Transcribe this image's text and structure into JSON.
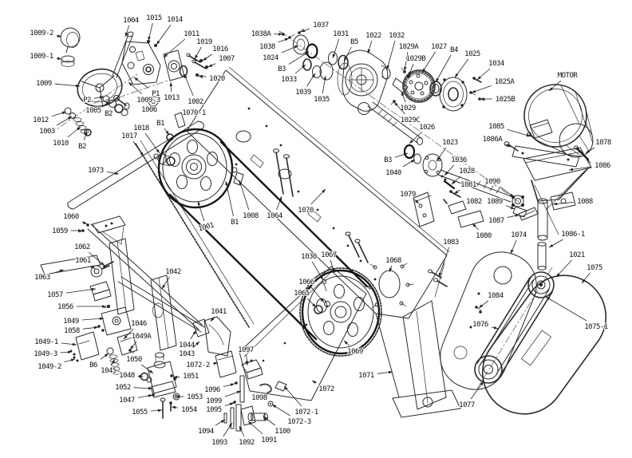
{
  "figure": {
    "type": "exploded-parts-diagram",
    "subject": "band saw parts drawing",
    "background": "#ffffff",
    "line_color": "#2b2b2b",
    "label_color": "#101010"
  },
  "labels": [
    [
      "1009-2",
      52,
      41,
      77,
      46
    ],
    [
      "1009-1",
      52,
      70,
      77,
      74
    ],
    [
      "1009",
      55,
      104,
      100,
      108
    ],
    [
      "1004",
      164,
      25,
      157,
      46
    ],
    [
      "1015",
      193,
      22,
      186,
      51
    ],
    [
      "1014",
      219,
      24,
      196,
      56
    ],
    [
      "1011",
      240,
      42,
      205,
      72
    ],
    [
      "1019",
      256,
      52,
      244,
      74
    ],
    [
      "1016",
      276,
      61,
      254,
      76
    ],
    [
      "1007",
      284,
      73,
      261,
      84
    ],
    [
      "1020",
      272,
      98,
      249,
      95
    ],
    [
      "P1",
      195,
      117,
      168,
      97
    ],
    [
      "1009-3",
      186,
      125,
      161,
      103
    ],
    [
      "1013",
      215,
      122,
      214,
      103
    ],
    [
      "1002",
      245,
      127,
      231,
      93
    ],
    [
      "1006",
      187,
      137,
      191,
      129
    ],
    [
      "1070-1",
      243,
      141,
      227,
      150
    ],
    [
      "P2",
      109,
      125,
      130,
      121
    ],
    [
      "1005",
      117,
      138,
      138,
      128
    ],
    [
      "B2",
      136,
      142,
      147,
      134
    ],
    [
      "1012",
      51,
      150,
      83,
      140
    ],
    [
      "1003",
      59,
      164,
      90,
      146
    ],
    [
      "1010",
      76,
      179,
      101,
      159
    ],
    [
      "B2",
      103,
      183,
      109,
      164
    ],
    [
      "B1",
      201,
      154,
      212,
      169
    ],
    [
      "1018",
      177,
      160,
      200,
      192
    ],
    [
      "1017",
      162,
      170,
      180,
      196
    ],
    [
      "1073",
      120,
      213,
      149,
      218
    ],
    [
      "1038A",
      327,
      42,
      354,
      43
    ],
    [
      "1037",
      402,
      31,
      377,
      40
    ],
    [
      "1038",
      335,
      58,
      362,
      48
    ],
    [
      "1024",
      339,
      72,
      374,
      57
    ],
    [
      "B3",
      353,
      86,
      387,
      65
    ],
    [
      "1033",
      362,
      99,
      383,
      81
    ],
    [
      "1039",
      380,
      115,
      395,
      92
    ],
    [
      "1035",
      403,
      124,
      408,
      95
    ],
    [
      "1031",
      427,
      42,
      417,
      73
    ],
    [
      "B5",
      444,
      52,
      431,
      77
    ],
    [
      "1022",
      468,
      44,
      461,
      67
    ],
    [
      "1032",
      497,
      44,
      485,
      87
    ],
    [
      "1029A",
      512,
      58,
      507,
      89
    ],
    [
      "1029B",
      521,
      73,
      512,
      95
    ],
    [
      "1027",
      550,
      58,
      529,
      91
    ],
    [
      "B4",
      569,
      62,
      546,
      103
    ],
    [
      "1025",
      592,
      67,
      570,
      97
    ],
    [
      "1034",
      622,
      79,
      598,
      100
    ],
    [
      "1025A",
      632,
      102,
      591,
      116
    ],
    [
      "1025B",
      633,
      124,
      602,
      124
    ],
    [
      "MOTOR",
      711,
      94,
      688,
      114
    ],
    [
      "1029",
      511,
      135,
      503,
      115
    ],
    [
      "1029C",
      514,
      150,
      494,
      128
    ],
    [
      "1026",
      535,
      159,
      513,
      180
    ],
    [
      "1023",
      564,
      178,
      547,
      202
    ],
    [
      "1036",
      575,
      200,
      557,
      220
    ],
    [
      "1028",
      585,
      214,
      566,
      231
    ],
    [
      "1081",
      587,
      231,
      569,
      243
    ],
    [
      "1079",
      511,
      243,
      525,
      255
    ],
    [
      "1082",
      594,
      252,
      577,
      261
    ],
    [
      "1080",
      606,
      295,
      592,
      280
    ],
    [
      "1083",
      565,
      303,
      550,
      347
    ],
    [
      "1090",
      617,
      227,
      644,
      247
    ],
    [
      "1089",
      620,
      252,
      645,
      262
    ],
    [
      "1087",
      622,
      276,
      651,
      269
    ],
    [
      "1085",
      622,
      158,
      665,
      171
    ],
    [
      "1086A",
      617,
      174,
      640,
      184
    ],
    [
      "1078",
      756,
      178,
      734,
      192
    ],
    [
      "1086",
      755,
      207,
      713,
      213
    ],
    [
      "1088",
      733,
      252,
      693,
      256
    ],
    [
      "1074",
      650,
      294,
      640,
      318
    ],
    [
      "1086-1",
      718,
      293,
      688,
      310
    ],
    [
      "1021",
      723,
      319,
      697,
      347
    ],
    [
      "B3",
      486,
      200,
      511,
      192
    ],
    [
      "1040",
      493,
      216,
      520,
      200
    ],
    [
      "1060",
      89,
      271,
      109,
      281
    ],
    [
      "1059",
      75,
      289,
      103,
      289
    ],
    [
      "1062",
      103,
      309,
      131,
      333
    ],
    [
      "1061",
      104,
      326,
      119,
      337
    ],
    [
      "1063",
      53,
      347,
      80,
      338
    ],
    [
      "1057",
      69,
      369,
      120,
      362
    ],
    [
      "1056",
      82,
      384,
      133,
      384
    ],
    [
      "1042",
      217,
      340,
      203,
      362
    ],
    [
      "1049",
      89,
      402,
      130,
      399
    ],
    [
      "1058",
      90,
      414,
      123,
      410
    ],
    [
      "1049-1",
      58,
      428,
      96,
      432
    ],
    [
      "1049-3",
      57,
      443,
      90,
      441
    ],
    [
      "1049-2",
      62,
      459,
      94,
      450
    ],
    [
      "B6",
      117,
      457,
      136,
      443
    ],
    [
      "1045",
      136,
      464,
      144,
      450
    ],
    [
      "1046",
      174,
      405,
      155,
      425
    ],
    [
      "1049A",
      177,
      421,
      163,
      438
    ],
    [
      "1050",
      168,
      450,
      192,
      468
    ],
    [
      "1048",
      159,
      470,
      179,
      472
    ],
    [
      "1052",
      154,
      485,
      191,
      487
    ],
    [
      "1047",
      159,
      501,
      191,
      495
    ],
    [
      "1055",
      175,
      516,
      203,
      514
    ],
    [
      "1044",
      234,
      432,
      246,
      414
    ],
    [
      "1043",
      234,
      443,
      250,
      428
    ],
    [
      "1072-2",
      248,
      457,
      273,
      455
    ],
    [
      "1051",
      239,
      471,
      217,
      473
    ],
    [
      "1053",
      244,
      497,
      220,
      497
    ],
    [
      "1054",
      237,
      513,
      215,
      510
    ],
    [
      "1041",
      274,
      390,
      264,
      403
    ],
    [
      "1097",
      308,
      438,
      310,
      458
    ],
    [
      "1096",
      266,
      488,
      294,
      481
    ],
    [
      "1099",
      268,
      502,
      302,
      490
    ],
    [
      "1095",
      268,
      513,
      293,
      505
    ],
    [
      "1094",
      258,
      540,
      282,
      526
    ],
    [
      "1093",
      275,
      554,
      291,
      530
    ],
    [
      "1092",
      309,
      554,
      300,
      534
    ],
    [
      "1091",
      337,
      551,
      311,
      528
    ],
    [
      "1098",
      325,
      498,
      330,
      488
    ],
    [
      "1100",
      354,
      540,
      330,
      522
    ],
    [
      "1072-1",
      384,
      516,
      356,
      484
    ],
    [
      "1072-3",
      375,
      528,
      341,
      507
    ],
    [
      "B1",
      294,
      278,
      283,
      227
    ],
    [
      "1001",
      258,
      284,
      248,
      252,
      -15
    ],
    [
      "1008",
      314,
      270,
      300,
      226
    ],
    [
      "1064",
      344,
      270,
      353,
      246
    ],
    [
      "1070",
      383,
      263,
      408,
      237
    ],
    [
      "1030",
      387,
      321,
      405,
      351
    ],
    [
      "1067",
      412,
      319,
      419,
      342
    ],
    [
      "1068",
      493,
      326,
      488,
      341
    ],
    [
      "1066",
      384,
      353,
      406,
      379
    ],
    [
      "1065",
      378,
      367,
      396,
      385
    ],
    [
      "1069",
      445,
      440,
      431,
      427
    ],
    [
      "1071",
      459,
      470,
      492,
      466
    ],
    [
      "1072",
      409,
      487,
      391,
      477
    ],
    [
      "1084",
      621,
      370,
      600,
      386
    ],
    [
      "1076",
      602,
      406,
      624,
      412
    ],
    [
      "1075",
      745,
      335,
      729,
      355
    ],
    [
      "1075-1",
      747,
      409,
      684,
      372
    ],
    [
      "1077",
      585,
      507,
      606,
      478
    ]
  ]
}
